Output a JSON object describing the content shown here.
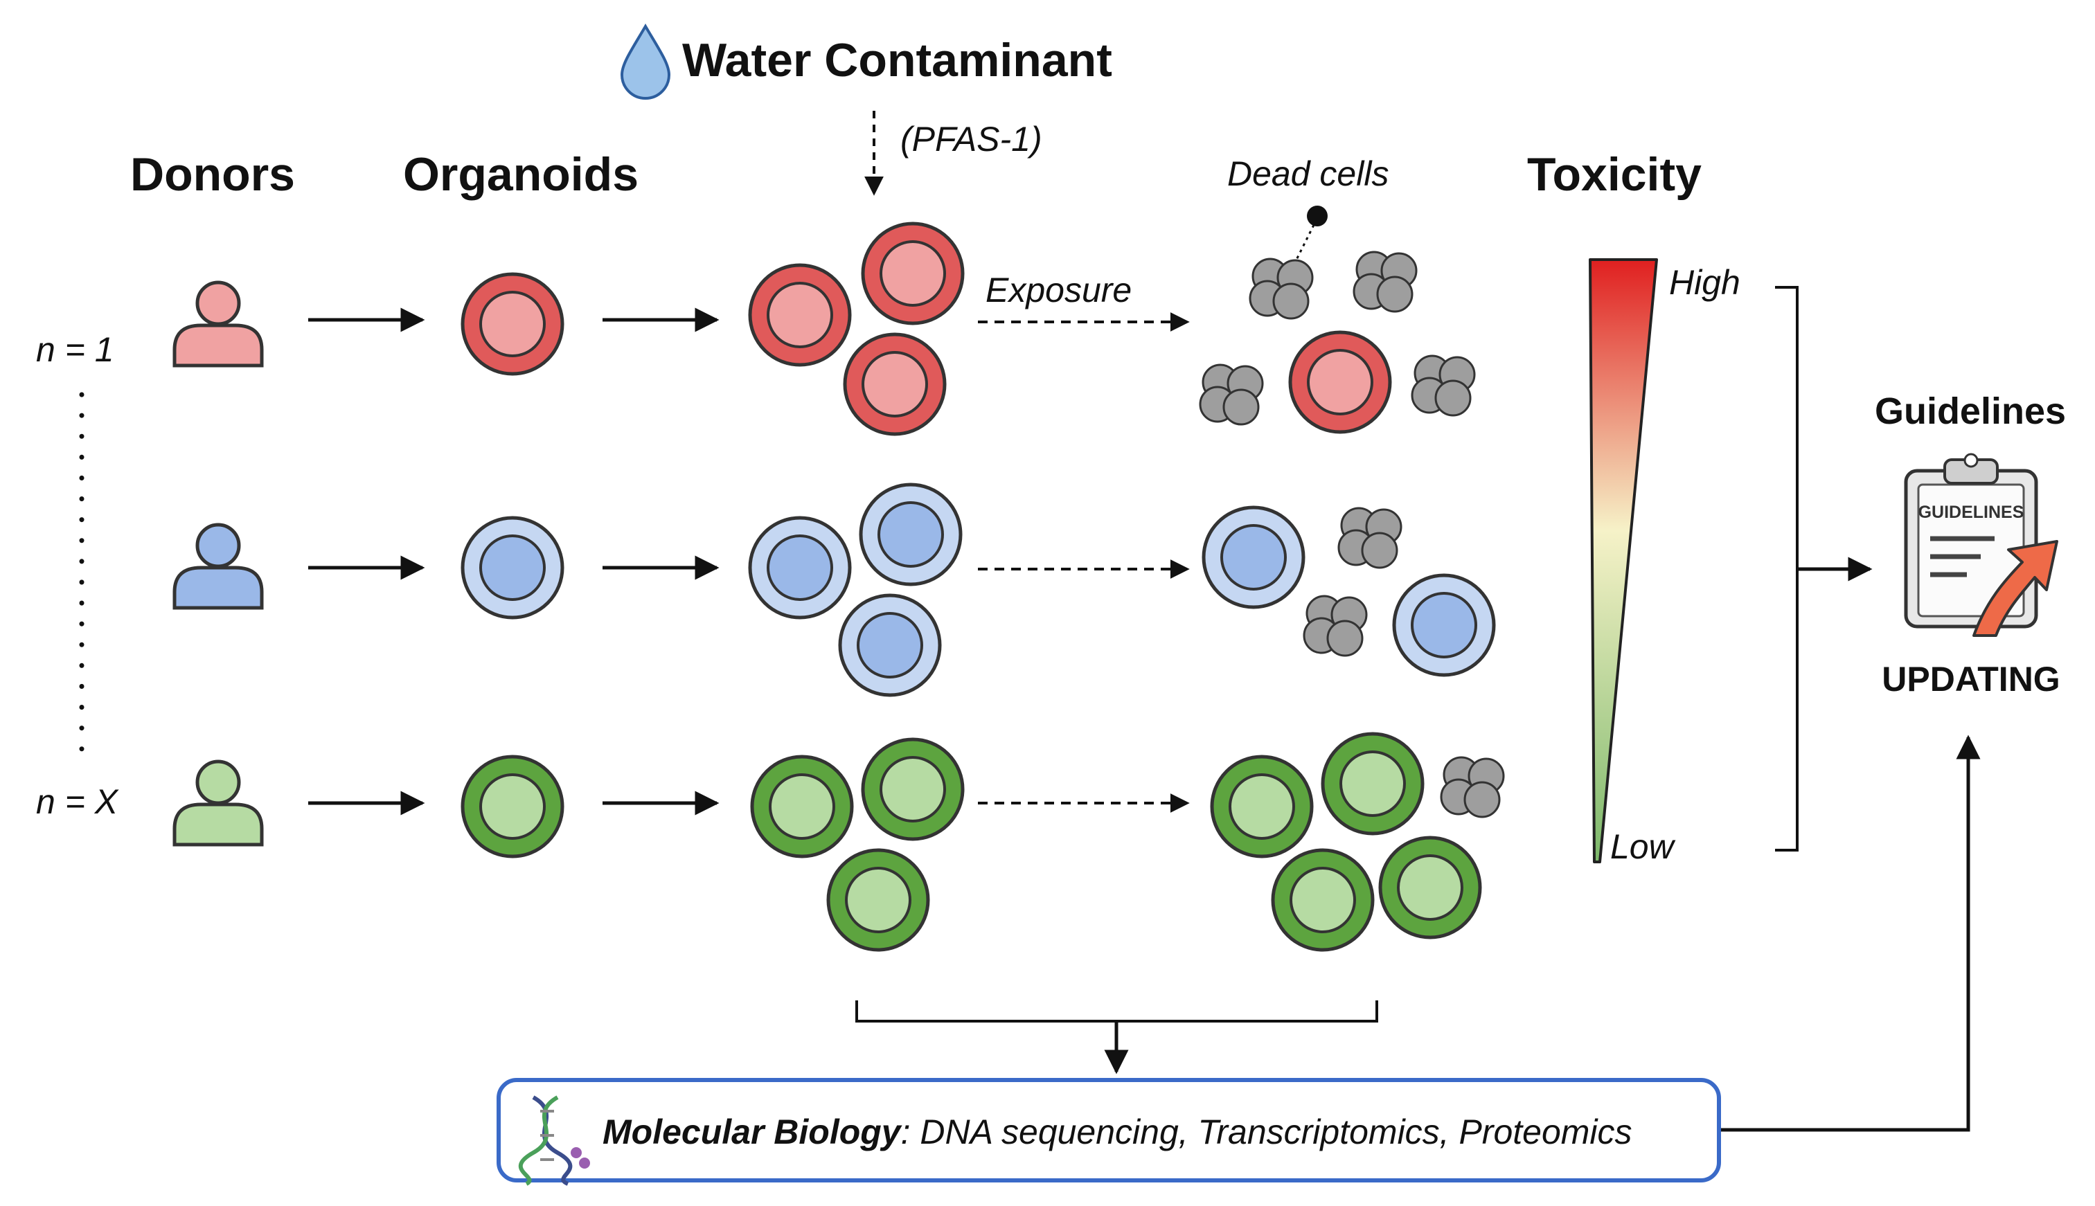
{
  "title": "Water Contaminant",
  "contaminant": "(PFAS-1)",
  "headers": {
    "donors": "Donors",
    "organoids": "Organoids",
    "toxicity": "Toxicity",
    "guidelines": "Guidelines"
  },
  "labels": {
    "n_first": "n = 1",
    "n_last": "n = X",
    "exposure": "Exposure",
    "dead_cells": "Dead cells",
    "high": "High",
    "low": "Low",
    "updating": "UPDATING",
    "clipboard_text": "GUIDELINES"
  },
  "molecular": {
    "title": "Molecular Biology",
    "methods": ": DNA sequencing, Transcriptomics, Proteomics"
  },
  "colors": {
    "red_outer": "#e05a5a",
    "red_inner": "#f0a2a2",
    "blue_outer": "#c5d7f2",
    "blue_inner": "#9ab8e8",
    "green_outer": "#5da43f",
    "green_inner": "#b6dba3",
    "dead": "#9e9e9e",
    "box_border": "#3a6ac8",
    "toxicity_high": "#e02020",
    "toxicity_mid": "#f6f2c8",
    "toxicity_low": "#7cb86a",
    "update_arrow": "#ee6a48"
  },
  "icons": [
    "water-drop-icon",
    "person-icon",
    "clipboard-icon",
    "dna-icon"
  ]
}
